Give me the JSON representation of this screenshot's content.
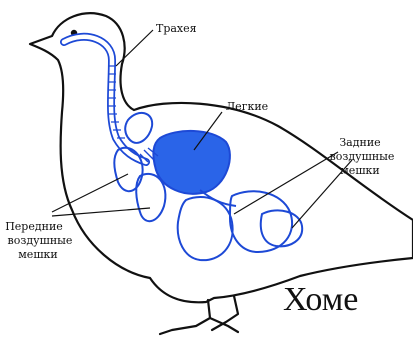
{
  "colors": {
    "outline": "#111111",
    "organ_stroke": "#1d49d6",
    "lung_fill": "#2a64e8",
    "background": "#ffffff"
  },
  "labels": {
    "trachea": "Трахея",
    "lungs": "Легкие",
    "posterior_air_sacs": [
      "Задние",
      "воздушные",
      "мешки"
    ],
    "anterior_air_sacs": [
      "Передние",
      "воздушные",
      "мешки"
    ]
  },
  "overlay_text": "Хоме"
}
